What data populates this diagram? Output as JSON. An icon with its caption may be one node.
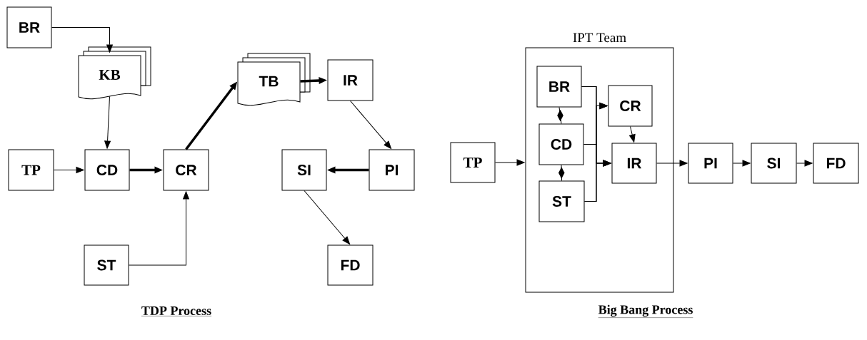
{
  "diagram": {
    "nodes": [
      {
        "text": [
          "BR"
        ]
      },
      {
        "text": [
          "KB"
        ]
      },
      {
        "text": [
          "TP"
        ]
      },
      {
        "text": [
          "CD"
        ]
      },
      {
        "text": [
          "CR"
        ]
      },
      {
        "text": [
          "TB"
        ]
      },
      {
        "text": [
          "IR"
        ]
      },
      {
        "text": [
          "SI"
        ]
      },
      {
        "text": [
          "PI"
        ]
      },
      {
        "text": [
          "ST"
        ]
      },
      {
        "text": [
          "FD"
        ]
      },
      {
        "text": [
          "IPT Team"
        ]
      },
      {
        "text": [
          "TP"
        ]
      },
      {
        "text": [
          "BR"
        ],
        "in": 11
      },
      {
        "text": [
          "CD"
        ],
        "in": 11
      },
      {
        "text": [
          "ST"
        ],
        "in": 11
      },
      {
        "text": [
          "CR"
        ],
        "in": 11
      },
      {
        "text": [
          "IR"
        ],
        "in": 11
      },
      {
        "text": [
          "PI"
        ]
      },
      {
        "text": [
          "SI"
        ]
      },
      {
        "text": [
          "FD"
        ]
      }
    ],
    "edges": [
      {
        "from": 0,
        "to": 1,
        "arrow": "to"
      },
      {
        "from": 1,
        "to": 3,
        "arrow": "to"
      },
      {
        "from": 2,
        "to": 3,
        "arrow": "to"
      },
      {
        "from": 3,
        "to": 4,
        "arrow": "to",
        "style": "thick"
      },
      {
        "from": 4,
        "to": 5,
        "arrow": "to",
        "style": "thick"
      },
      {
        "from": 5,
        "to": 6,
        "arrow": "to",
        "style": "thick"
      },
      {
        "from": 6,
        "to": 8,
        "arrow": "to"
      },
      {
        "from": 8,
        "to": 7,
        "arrow": "to",
        "style": "thick"
      },
      {
        "from": 7,
        "to": 10,
        "arrow": "to"
      },
      {
        "from": 9,
        "to": 4,
        "arrow": "to"
      },
      {
        "from": 12,
        "to": 11,
        "arrow": "to"
      },
      {
        "from": 13,
        "to": 14,
        "arrow": "other"
      },
      {
        "from": 14,
        "to": 15,
        "arrow": "other"
      },
      {
        "from": 13,
        "to": 16,
        "arrow": "to"
      },
      {
        "from": 13,
        "to": 17,
        "arrow": "to"
      },
      {
        "from": 14,
        "to": 16,
        "arrow": "to"
      },
      {
        "from": 14,
        "to": 17,
        "arrow": "to"
      },
      {
        "from": 15,
        "to": 16,
        "arrow": "to"
      },
      {
        "from": 15,
        "to": 17,
        "arrow": "to"
      },
      {
        "from": 16,
        "to": 17,
        "arrow": "to"
      },
      {
        "from": 17,
        "to": 18,
        "arrow": "to"
      },
      {
        "from": 18,
        "to": 19,
        "arrow": "to"
      },
      {
        "from": 19,
        "to": 20,
        "arrow": "to"
      }
    ],
    "labels": [
      "TDP Process",
      "Big Bang Process"
    ]
  }
}
